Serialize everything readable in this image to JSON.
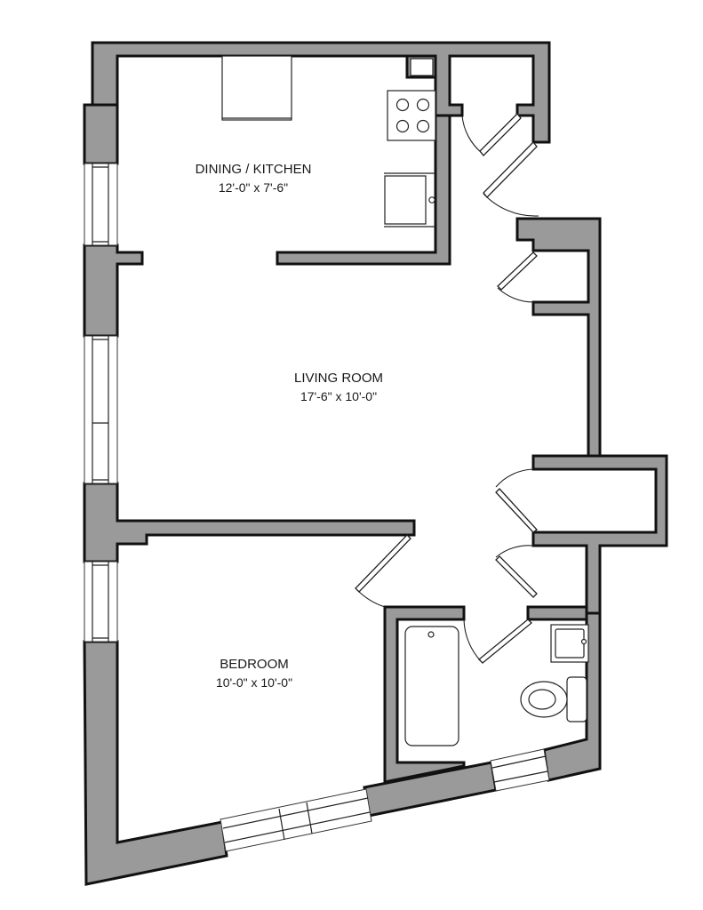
{
  "rooms": {
    "dining_kitchen": {
      "name": "DINING / KITCHEN",
      "size": "12'-0\" x 7'-6\""
    },
    "living_room": {
      "name": "LIVING ROOM",
      "size": "17'-6\" x 10'-0\""
    },
    "bedroom": {
      "name": "BEDROOM",
      "size": "10'-0\" x 10'-0\""
    }
  },
  "colors": {
    "wall_fill": "#9a9a9a",
    "wall_outline": "#111111",
    "background": "#ffffff"
  },
  "icons": [
    "stove-icon",
    "kitchen-sink-icon",
    "bathtub-icon",
    "toilet-icon",
    "bathroom-sink-icon",
    "door-swing-icon",
    "window-icon"
  ]
}
